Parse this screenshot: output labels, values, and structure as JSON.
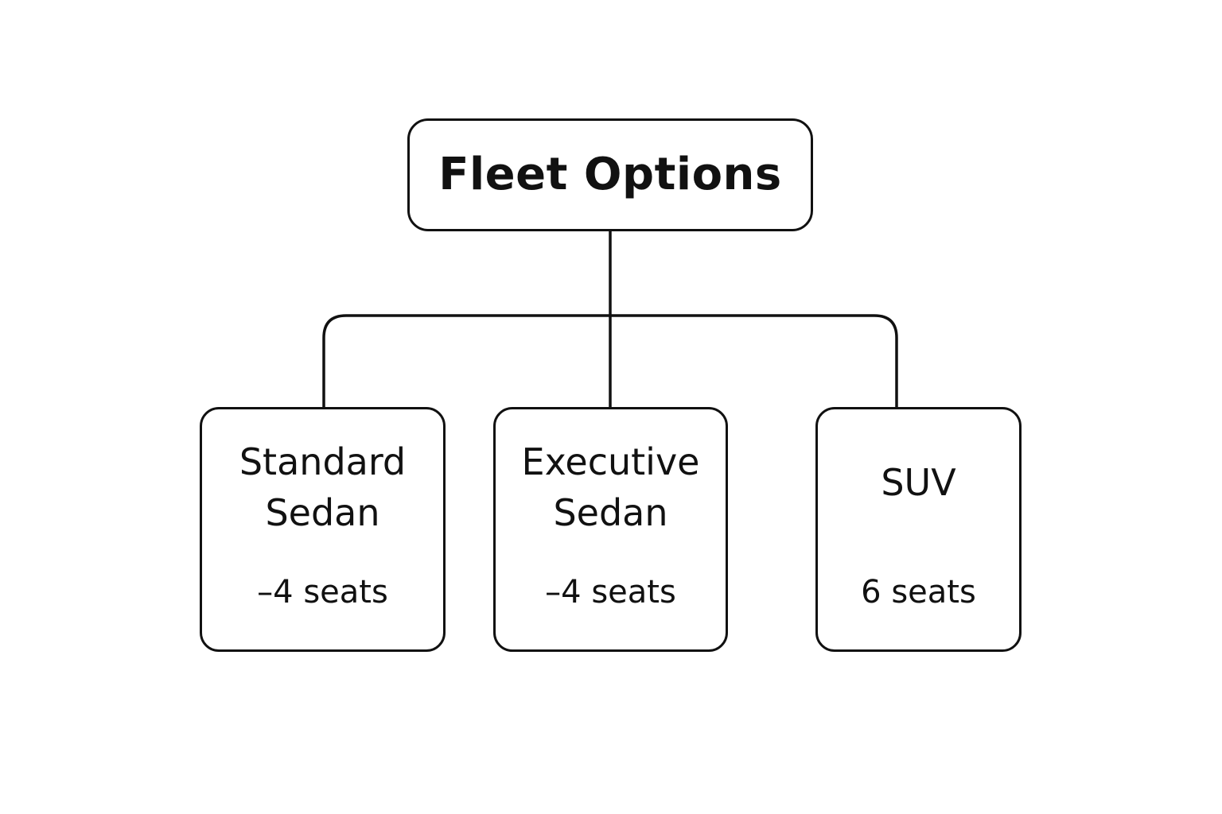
{
  "root": {
    "title": "Fleet Options"
  },
  "children": [
    {
      "name_line1": "Standard",
      "name_line2": "Sedan",
      "seats": "–4 seats"
    },
    {
      "name_line1": "Executive",
      "name_line2": "Sedan",
      "seats": "–4 seats"
    },
    {
      "name_line1": "SUV",
      "seats": "6 seats"
    }
  ],
  "colors": {
    "stroke": "#111111",
    "background": "#ffffff",
    "text": "#111111"
  }
}
